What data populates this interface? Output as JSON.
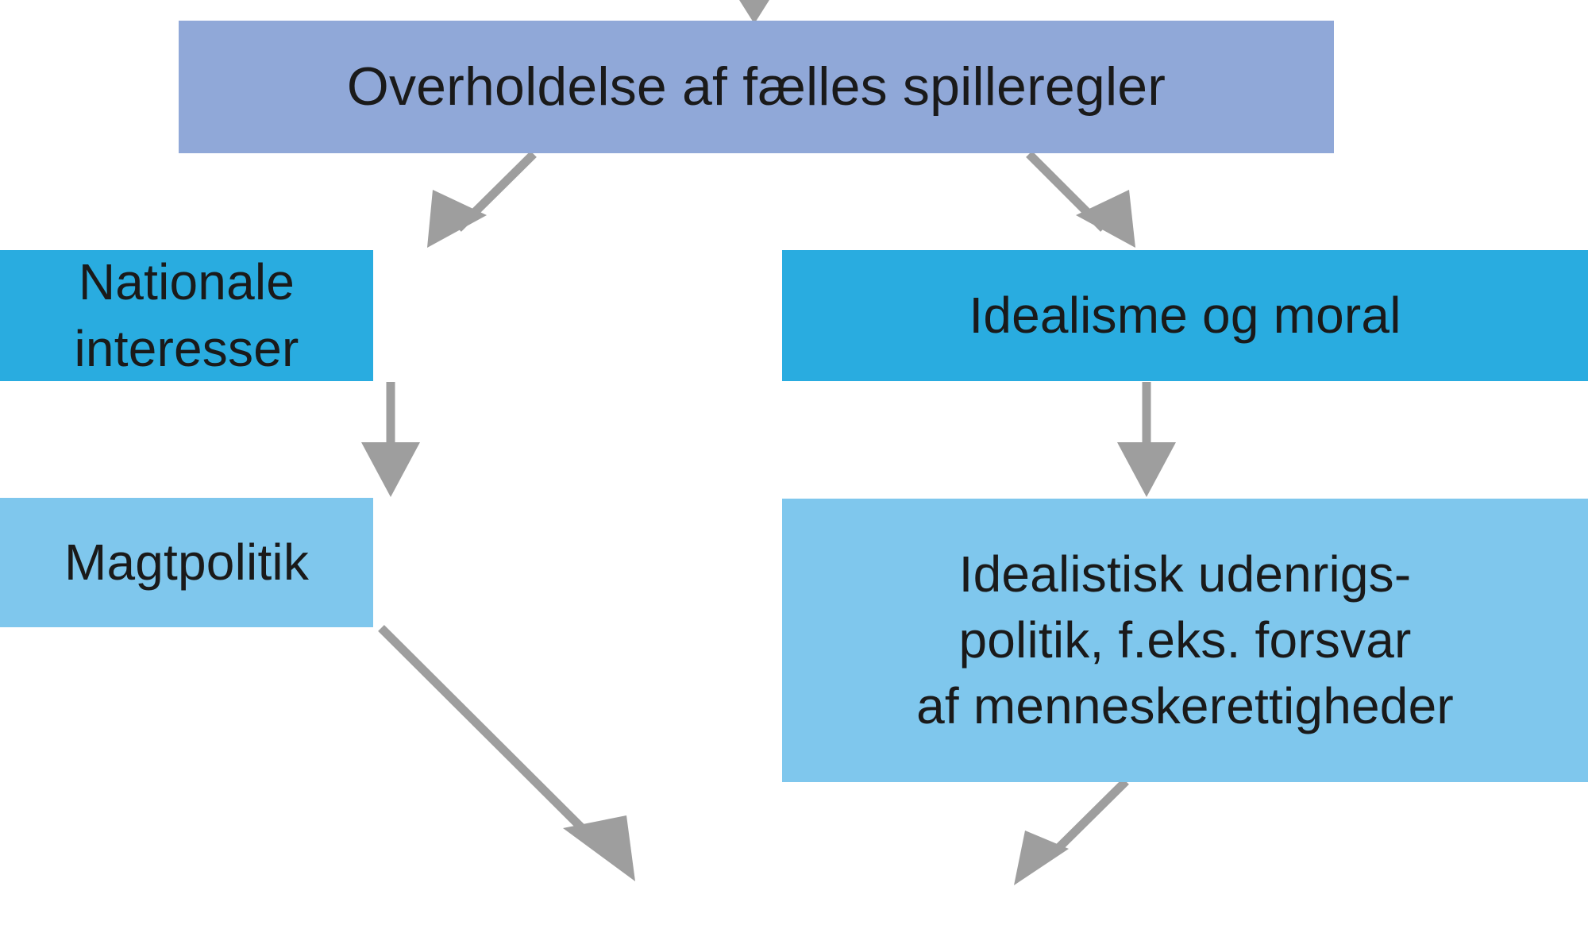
{
  "diagram": {
    "type": "flowchart",
    "orientation": "top-down",
    "background_color": "#ffffff",
    "arrow_color": "#9e9e9e",
    "text_color": "#1a1a1a",
    "language": "da",
    "nodes": [
      {
        "id": "rules",
        "label": "Overholdelse af fælles spilleregler",
        "level": 1,
        "fill": "#90a8d8"
      },
      {
        "id": "national-interests",
        "label": "Nationale interesser",
        "level": 2,
        "fill": "#29ace0"
      },
      {
        "id": "idealism-morality",
        "label": "Idealisme og moral",
        "level": 2,
        "fill": "#29ace0"
      },
      {
        "id": "power-politics",
        "label": "Magtpolitik",
        "level": 3,
        "fill": "#7fc7ed"
      },
      {
        "id": "idealistic-foreign-policy",
        "label": "Idealistisk udenrigs-\npolitik, f.eks. forsvar\naf menneskerettigheder",
        "level": 3,
        "fill": "#7fc7ed"
      }
    ],
    "edges": [
      {
        "id": "incoming-to-rules",
        "from": "",
        "to": "rules",
        "style": "straight-down"
      },
      {
        "id": "rules-to-national-interests",
        "from": "rules",
        "to": "national-interests",
        "style": "diagonal-down-left"
      },
      {
        "id": "rules-to-idealism-morality",
        "from": "rules",
        "to": "idealism-morality",
        "style": "diagonal-down-right"
      },
      {
        "id": "national-interests-to-power-politics",
        "from": "national-interests",
        "to": "power-politics",
        "style": "straight-down"
      },
      {
        "id": "idealism-morality-to-idealistic-foreign-policy",
        "from": "idealism-morality",
        "to": "idealistic-foreign-policy",
        "style": "straight-down"
      },
      {
        "id": "power-politics-outgoing",
        "from": "power-politics",
        "to": "",
        "style": "diagonal-down-right"
      },
      {
        "id": "idealistic-foreign-policy-outgoing",
        "from": "idealistic-foreign-policy",
        "to": "",
        "style": "diagonal-down-left"
      }
    ]
  }
}
